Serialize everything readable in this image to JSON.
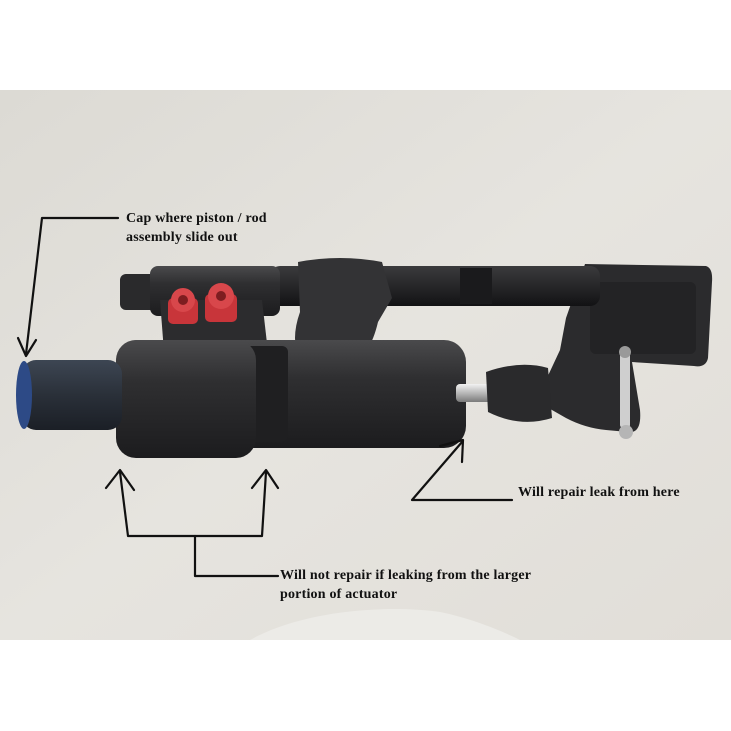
{
  "image": {
    "subject": "black hydraulic actuator with red hose fittings on a light wall",
    "background_color": "#e4e2dd",
    "actuator_color": "#2e2e30",
    "fitting_color": "#c8353a",
    "annotation_color": "#111111"
  },
  "annotations": {
    "cap": "Cap where piston / rod\nassembly slide out",
    "repair": "Will repair leak from here",
    "no_repair": "Will not repair if leaking from the larger\nportion of actuator"
  }
}
